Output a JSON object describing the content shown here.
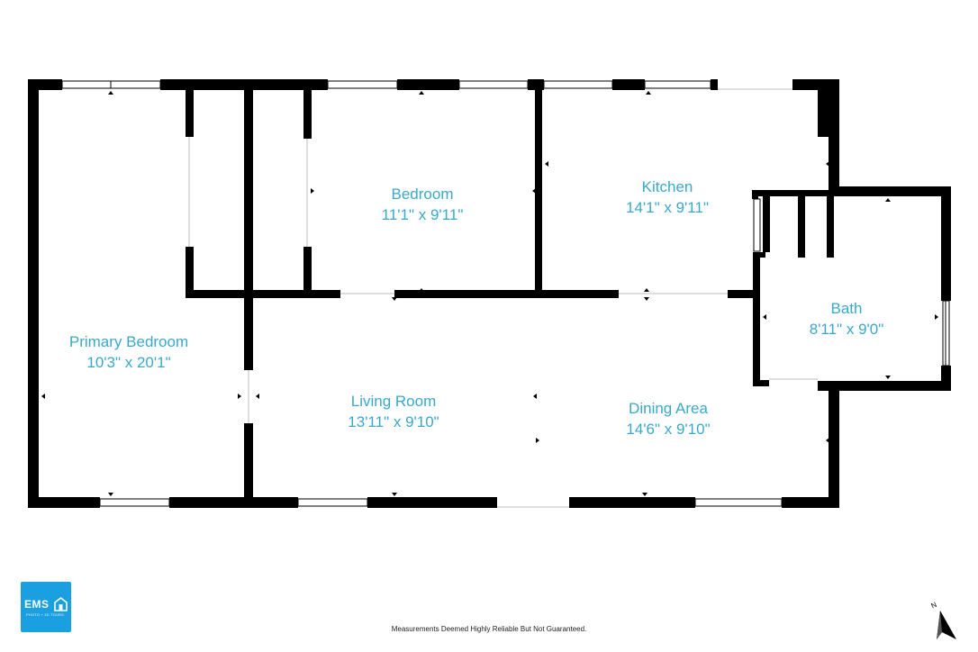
{
  "rooms": [
    {
      "id": "primary-bedroom",
      "name": "Primary Bedroom",
      "dim": "10'3\" x 20'1\""
    },
    {
      "id": "bedroom",
      "name": "Bedroom",
      "dim": "11'1\" x 9'11\""
    },
    {
      "id": "kitchen",
      "name": "Kitchen",
      "dim": "14'1\" x 9'11\""
    },
    {
      "id": "bath",
      "name": "Bath",
      "dim": "8'11\" x 9'0\""
    },
    {
      "id": "living-room",
      "name": "Living Room",
      "dim": "13'11\" x 9'10\""
    },
    {
      "id": "dining-area",
      "name": "Dining Area",
      "dim": "14'6\" x 9'10\""
    }
  ],
  "footer": {
    "disclaimer": "Measurements Deemed Highly Reliable But Not Guaranteed."
  },
  "logo": {
    "text": "EMS",
    "subtext": "PHOTO + 3D TOURS"
  },
  "compass": {
    "label": "N"
  },
  "colors": {
    "wall": "#000000",
    "label": "#3aa8c9",
    "logo": "#1a9fe0"
  }
}
